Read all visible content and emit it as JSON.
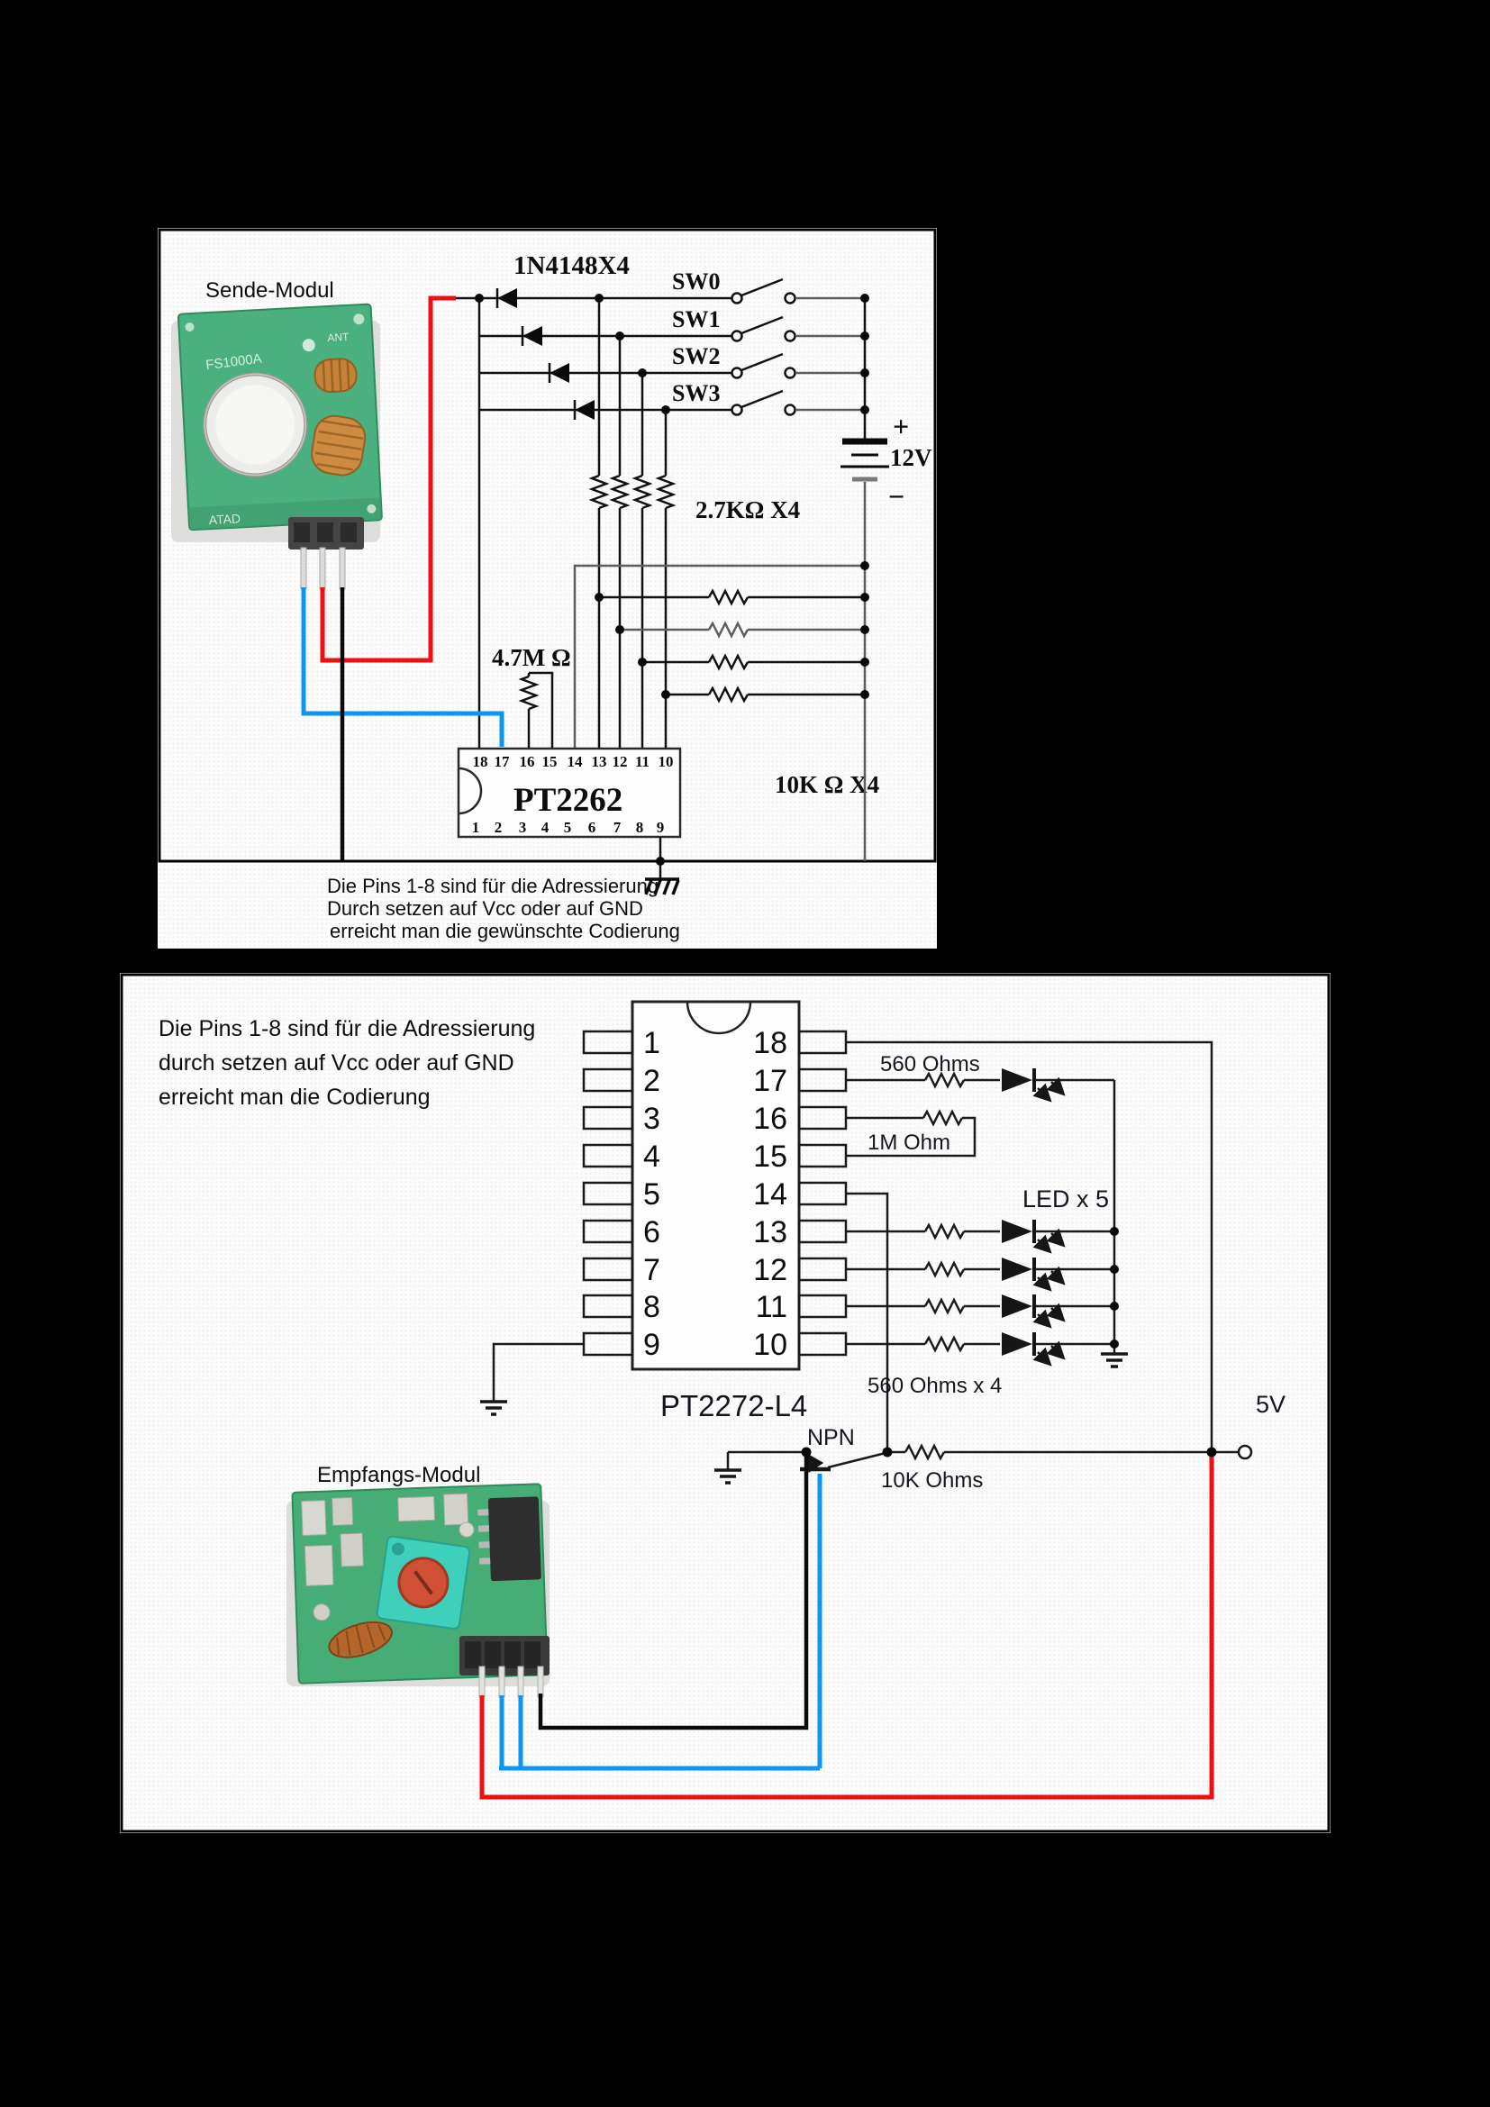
{
  "panel1": {
    "module_label": "Sende-Modul",
    "module_silk": {
      "model": "FS1000A",
      "ant": "ANT",
      "atad": "ATAD"
    },
    "diodes_label": "1N4148X4",
    "switch_labels": [
      "SW0",
      "SW1",
      "SW2",
      "SW3"
    ],
    "battery": {
      "plus": "+",
      "minus": "−",
      "value": "12V"
    },
    "resistor_labels": {
      "pullup": "2.7KΩ X4",
      "osc": "4.7M Ω",
      "pulldown": "10K Ω  X4"
    },
    "ic": {
      "name": "PT2262",
      "top_pins": [
        "18",
        "17",
        "16",
        "15",
        "14",
        "13",
        "12",
        "11",
        "10"
      ],
      "bottom_pins": [
        "1",
        "2",
        "3",
        "4",
        "5",
        "6",
        "7",
        "8",
        "9"
      ]
    },
    "note_lines": [
      "Die Pins 1-8 sind für die Adressierung",
      "Durch setzen auf Vcc oder auf GND",
      "erreicht man die gewünschte Codierung"
    ]
  },
  "panel2": {
    "note_lines": [
      "Die Pins 1-8 sind für die Adressierung",
      "durch setzen auf Vcc oder auf GND",
      "erreicht man die Codierung"
    ],
    "ic": {
      "name": "PT2272-L4",
      "left_pins": [
        "1",
        "2",
        "3",
        "4",
        "5",
        "6",
        "7",
        "8",
        "9"
      ],
      "right_pins": [
        "18",
        "17",
        "16",
        "15",
        "14",
        "13",
        "12",
        "11",
        "10"
      ]
    },
    "labels": {
      "r_560": "560 Ohms",
      "r_1m": "1M Ohm",
      "led": "LED x 5",
      "r_560x4": "560 Ohms x 4",
      "npn": "NPN",
      "r_10k": "10K Ohms",
      "supply": "5V"
    },
    "module_label": "Empfangs-Modul"
  }
}
